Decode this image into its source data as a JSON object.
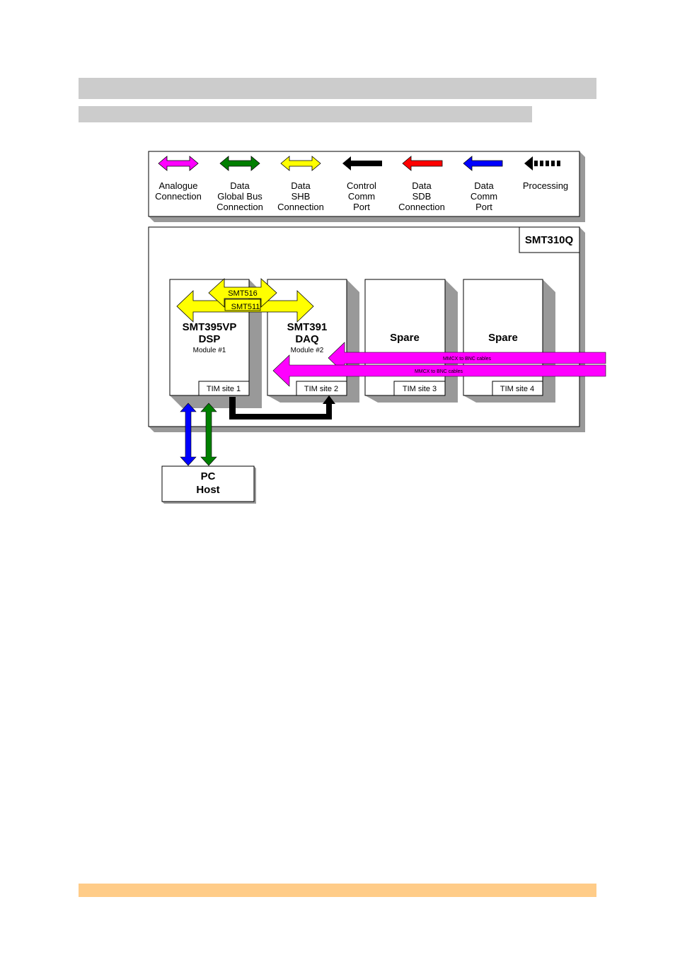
{
  "colors": {
    "header_bar": "#cccccc",
    "footer_bar": "#ffcc88",
    "analogue": "#ff00ff",
    "global_bus": "#007f00",
    "shb": "#ffff00",
    "control": "#000000",
    "sdb": "#ff0000",
    "comm_port": "#0000ff",
    "shadow": "#999999"
  },
  "legend": {
    "items": [
      {
        "icon": "magenta-double-arrow-icon",
        "lines": [
          "Analogue",
          "Connection"
        ]
      },
      {
        "icon": "green-double-arrow-icon",
        "lines": [
          "Data",
          "Global Bus",
          "Connection"
        ]
      },
      {
        "icon": "yellow-double-arrow-icon",
        "lines": [
          "Data",
          "SHB",
          "Connection"
        ]
      },
      {
        "icon": "black-arrow-icon",
        "lines": [
          "Control",
          "Comm",
          "Port"
        ]
      },
      {
        "icon": "red-arrow-icon",
        "lines": [
          "Data",
          "SDB",
          "Connection"
        ]
      },
      {
        "icon": "blue-arrow-icon",
        "lines": [
          "Data",
          "Comm",
          "Port"
        ]
      },
      {
        "icon": "dashed-arrow-icon",
        "lines": [
          "Processing"
        ]
      }
    ]
  },
  "board": {
    "label": "SMT310Q"
  },
  "modules": [
    {
      "title": [
        "SMT395VP",
        "DSP"
      ],
      "subtitle": "Module #1",
      "site": "TIM site 1"
    },
    {
      "title": [
        "SMT391",
        "DAQ"
      ],
      "subtitle": "Module #2",
      "site": "TIM site 2"
    },
    {
      "title": [
        "Spare"
      ],
      "subtitle": "",
      "site": "TIM site 3"
    },
    {
      "title": [
        "Spare"
      ],
      "subtitle": "",
      "site": "TIM site 4"
    }
  ],
  "connectors": {
    "smt516": "SMT516",
    "smt511": "SMT511",
    "cable_label": "MMCX to BNC cables"
  },
  "host": {
    "lines": [
      "PC",
      "Host"
    ]
  }
}
